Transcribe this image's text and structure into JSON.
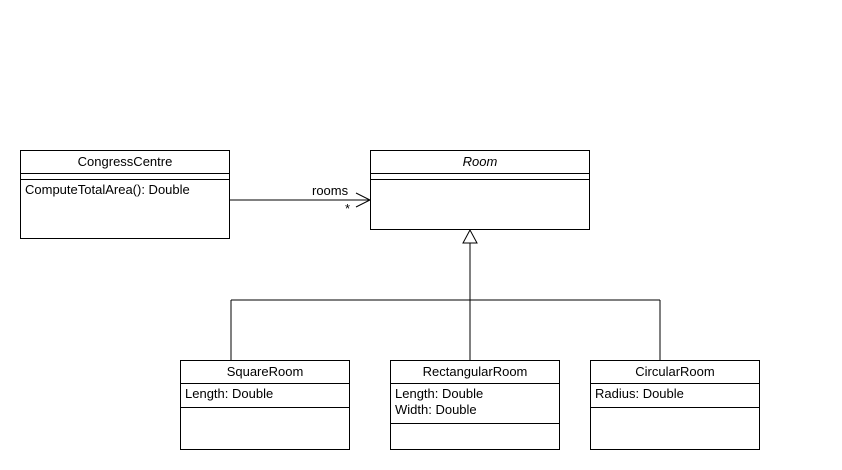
{
  "classes": {
    "congress_centre": {
      "name": "CongressCentre",
      "attributes": [],
      "operations": [
        "ComputeTotalArea(): Double"
      ]
    },
    "room": {
      "name": "Room",
      "attributes": [],
      "operations": []
    },
    "square_room": {
      "name": "SquareRoom",
      "attributes": [
        "Length: Double"
      ],
      "operations": []
    },
    "rectangular_room": {
      "name": "RectangularRoom",
      "attributes": [
        "Length: Double",
        "Width: Double"
      ],
      "operations": []
    },
    "circular_room": {
      "name": "CircularRoom",
      "attributes": [
        "Radius: Double"
      ],
      "operations": []
    }
  },
  "associations": {
    "rooms": {
      "role": "rooms",
      "multiplicity": "*"
    }
  }
}
